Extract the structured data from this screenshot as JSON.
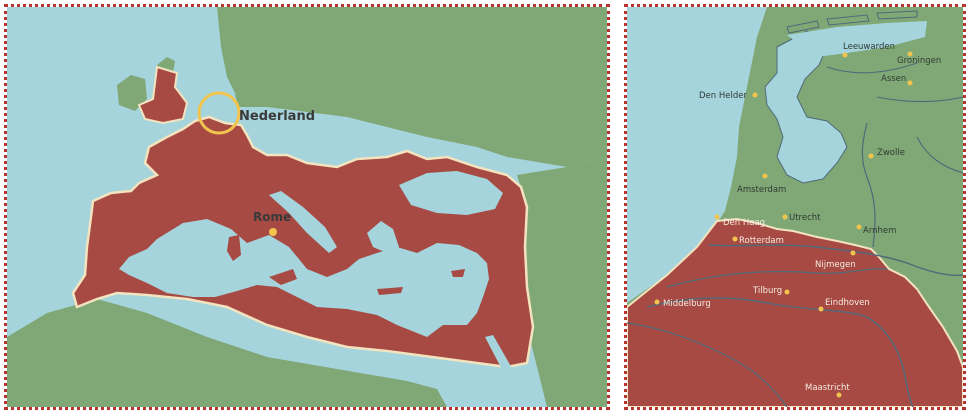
{
  "colors": {
    "sea": "#a5d4dc",
    "land": "#80a876",
    "empire": "#a74a44",
    "empire_border": "#f3e3bf",
    "city_dot": "#f2c44e",
    "frame": "#b8322e",
    "river": "#4f6a7a"
  },
  "overview_map": {
    "region_label": "Nederland",
    "city_label": "Rome",
    "highlight_marker": "circle-highlight"
  },
  "detail_map": {
    "cities": [
      {
        "name": "Leeuwarden",
        "tone": "dark"
      },
      {
        "name": "Groningen",
        "tone": "dark"
      },
      {
        "name": "Assen",
        "tone": "dark"
      },
      {
        "name": "Den Helder",
        "tone": "dark"
      },
      {
        "name": "Zwolle",
        "tone": "dark"
      },
      {
        "name": "Amsterdam",
        "tone": "dark"
      },
      {
        "name": "Utrecht",
        "tone": "dark"
      },
      {
        "name": "Arnhem",
        "tone": "dark"
      },
      {
        "name": "Den Haag",
        "tone": "light"
      },
      {
        "name": "Rotterdam",
        "tone": "light"
      },
      {
        "name": "Nijmegen",
        "tone": "light"
      },
      {
        "name": "Middelburg",
        "tone": "light"
      },
      {
        "name": "Tilburg",
        "tone": "light"
      },
      {
        "name": "Eindhoven",
        "tone": "light"
      },
      {
        "name": "Maastricht",
        "tone": "light"
      }
    ]
  }
}
